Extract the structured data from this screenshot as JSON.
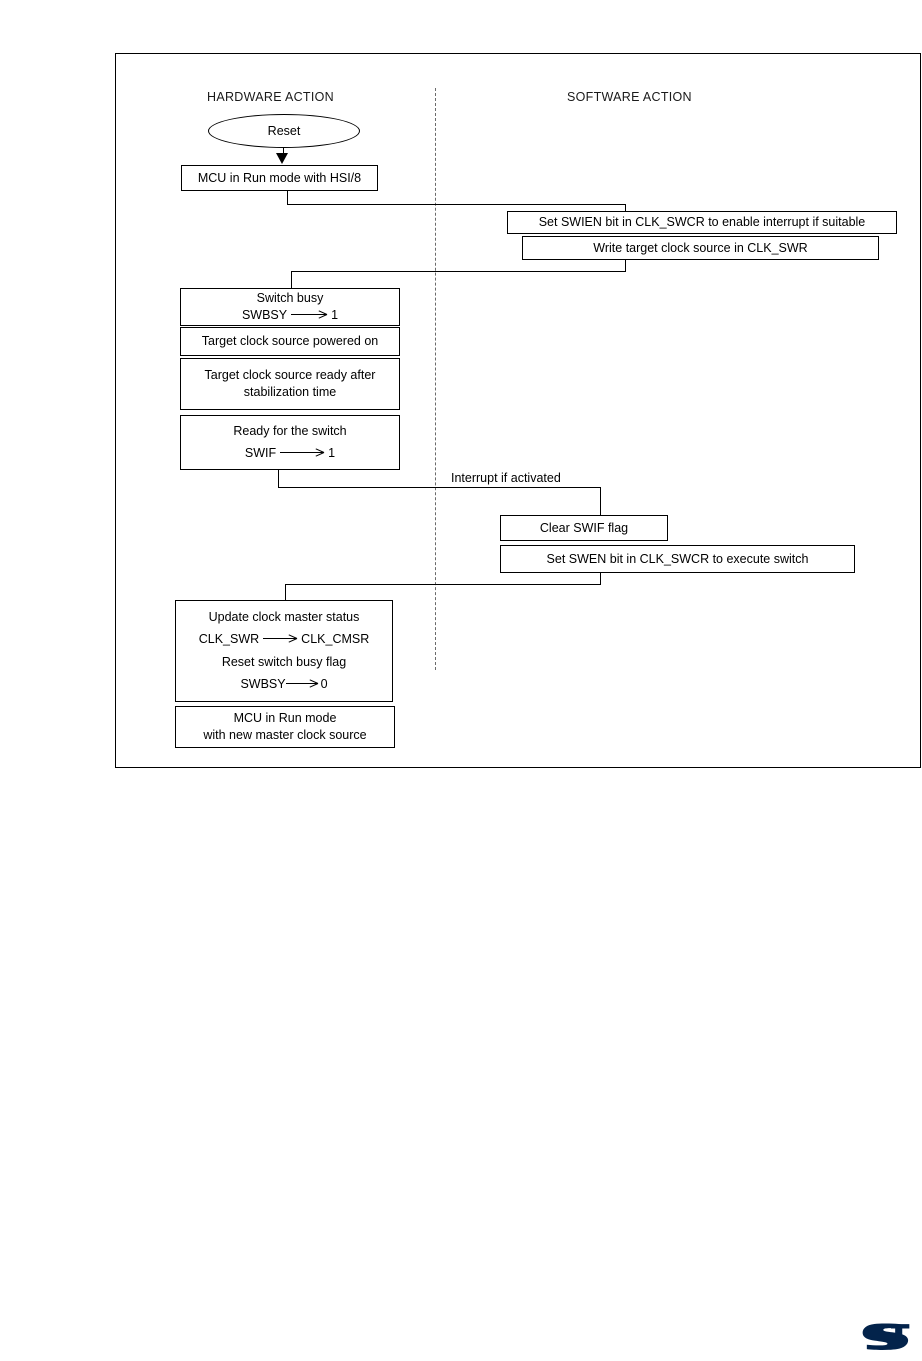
{
  "diagram": {
    "columns": {
      "hardware_heading": "HARDWARE ACTION",
      "software_heading": "SOFTWARE ACTION"
    },
    "nodes": {
      "reset": "Reset",
      "mcu_run_hsi": "MCU in Run mode with HSI/8",
      "set_swien": "Set SWIEN bit in CLK_SWCR to enable interrupt if suitable",
      "write_target": "Write target clock source in CLK_SWR",
      "switch_busy_title": "Switch busy",
      "switch_busy_lhs": "SWBSY",
      "switch_busy_rhs": "1",
      "powered_on": "Target clock source powered on",
      "ready_after_line1": "Target clock source ready after",
      "ready_after_line2": "stabilization time",
      "ready_switch_title": "Ready for the switch",
      "ready_switch_lhs": "SWIF",
      "ready_switch_rhs": "1",
      "clear_swif": "Clear SWIF flag",
      "set_swen": "Set SWEN bit in CLK_SWCR to execute switch",
      "update_title": "Update clock master status",
      "update_lhs": "CLK_SWR",
      "update_rhs": "CLK_CMSR",
      "reset_busy_title": "Reset switch busy flag",
      "reset_busy_lhs": "SWBSY",
      "reset_busy_rhs": "0",
      "mcu_new_line1": "MCU in Run mode",
      "mcu_new_line2": "with new master clock source"
    },
    "labels": {
      "interrupt_if_activated": "Interrupt if activated"
    },
    "colors": {
      "line": "#000000",
      "divider": "#6b6b6b",
      "logo": "#03234b"
    }
  },
  "footer": {
    "logo_name": "st-logo"
  }
}
